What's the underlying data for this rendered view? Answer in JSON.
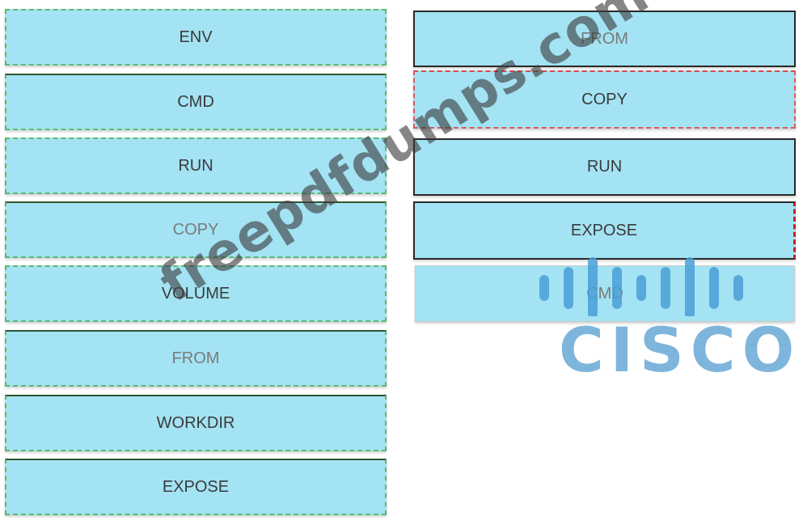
{
  "source_items": [
    "ENV",
    "CMD",
    "RUN",
    "COPY",
    "VOLUME",
    "FROM",
    "WORKDIR",
    "EXPOSE"
  ],
  "target_items": [
    "FROM",
    "COPY",
    "RUN",
    "EXPOSE",
    "CMD"
  ],
  "watermark": "freepdfdumps.com",
  "logo": {
    "text": "CISCO",
    "bar_color": "#4a9fd8"
  },
  "colors": {
    "tile_fill": "#a3e3f3",
    "source_border": "#5fb86a",
    "target_border": "#2a2a2a",
    "highlight_border": "#e05a5a"
  }
}
